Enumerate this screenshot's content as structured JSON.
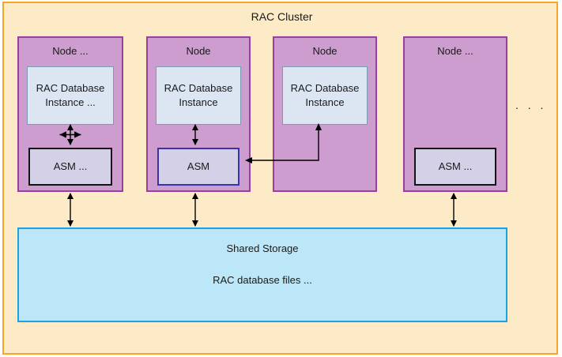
{
  "diagram": {
    "title": "RAC Cluster",
    "colors": {
      "cluster_fill": "#fdebc8",
      "cluster_border": "#f5a623",
      "node_fill": "#cc9dce",
      "node_border": "#9c3f9c",
      "instance_fill": "#dbe6f2",
      "instance_border": "#7c9bb3",
      "asm_fill": "#d4d0e8",
      "asm_border": "#141414",
      "asm_border_accent": "#3a33a8",
      "storage_fill": "#bce7f8",
      "storage_border": "#1aa3e0",
      "arrow": "#000000",
      "text": "#1a1a1a"
    },
    "nodes": [
      {
        "title": "Node  ...",
        "instance": "RAC Database Instance  ...",
        "asm": "ASM  ...",
        "has_instance": true,
        "has_asm": true
      },
      {
        "title": "Node",
        "instance": "RAC Database Instance",
        "asm": "ASM",
        "has_instance": true,
        "has_asm": true
      },
      {
        "title": "Node",
        "instance": "RAC Database Instance",
        "asm": "",
        "has_instance": true,
        "has_asm": false
      },
      {
        "title": "Node  ...",
        "instance": "",
        "asm": "ASM  ...",
        "has_instance": false,
        "has_asm": true
      }
    ],
    "overflow_indicator": ". . .",
    "storage": {
      "title": "Shared Storage",
      "contents": "RAC database files  ..."
    }
  }
}
